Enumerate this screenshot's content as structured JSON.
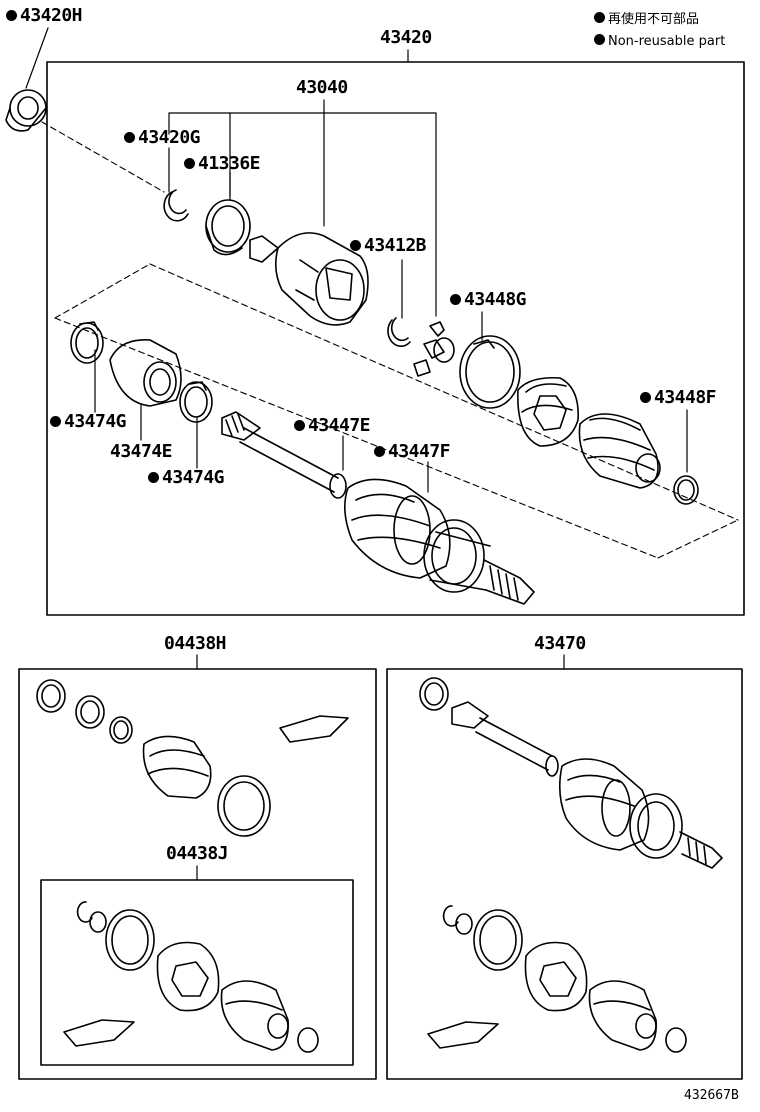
{
  "legend": {
    "line1": "再使用不可部品",
    "line2": "Non-reusable part"
  },
  "parts": {
    "p43420H": "43420H",
    "p43420": "43420",
    "p43040": "43040",
    "p43420G": "43420G",
    "p41336E": "41336E",
    "p43412B": "43412B",
    "p43448G": "43448G",
    "p43448F": "43448F",
    "p43474G_left": "43474G",
    "p43474E": "43474E",
    "p43474G_bottom": "43474G",
    "p43447E": "43447E",
    "p43447F": "43447F",
    "p04438H": "04438H",
    "p04438J": "04438J",
    "p43470": "43470"
  },
  "illustration_id": "432667B",
  "colors": {
    "line": "#000000",
    "background": "#ffffff"
  }
}
